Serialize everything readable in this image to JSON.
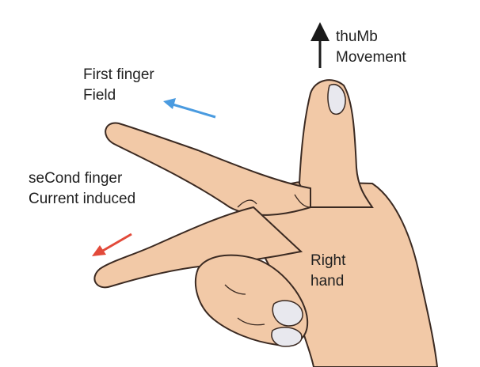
{
  "labels": {
    "thumb": {
      "line1": "thuMb",
      "line2": "Movement"
    },
    "first_finger": {
      "line1": "First finger",
      "line2": "Field"
    },
    "second_finger": {
      "line1": "seCond finger",
      "line2": "Current induced"
    },
    "hand": {
      "line1": "Right",
      "line2": "hand"
    }
  },
  "colors": {
    "skin": "#f2c9a7",
    "skin_shadow": "#e2ab88",
    "outline": "#3b2a22",
    "nail": "#e8e8ee",
    "field_arrow": "#4a9be0",
    "current_arrow": "#e24a3a",
    "movement_arrow": "#1a1a1a"
  }
}
